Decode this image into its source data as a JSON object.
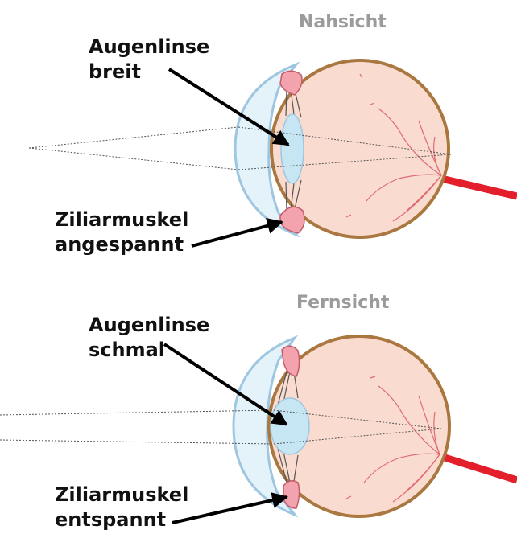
{
  "top_panel": {
    "title": "Nahsicht",
    "lens_label": [
      "Augenlinse",
      "breit"
    ],
    "muscle_label": [
      "Ziliarmuskel",
      "angespannt"
    ]
  },
  "bottom_panel": {
    "title": "Fernsicht",
    "lens_label": [
      "Augenlinse",
      "schmal"
    ],
    "muscle_label": [
      "Ziliarmuskel",
      "entspannt"
    ]
  },
  "colors": {
    "eyeball_fill": "#f9dccf",
    "eyeball_stroke": "#a9773f",
    "cornea_fill": "#e4f3fa",
    "cornea_stroke": "#9ec6e0",
    "lens_fill": "#c6e6f3",
    "muscle_fill": "#f2a3ad",
    "vessel": "#e06a74",
    "optic_nerve": "#e21f2b",
    "title_gray": "#9b9b9b",
    "arrow": "#000000"
  }
}
